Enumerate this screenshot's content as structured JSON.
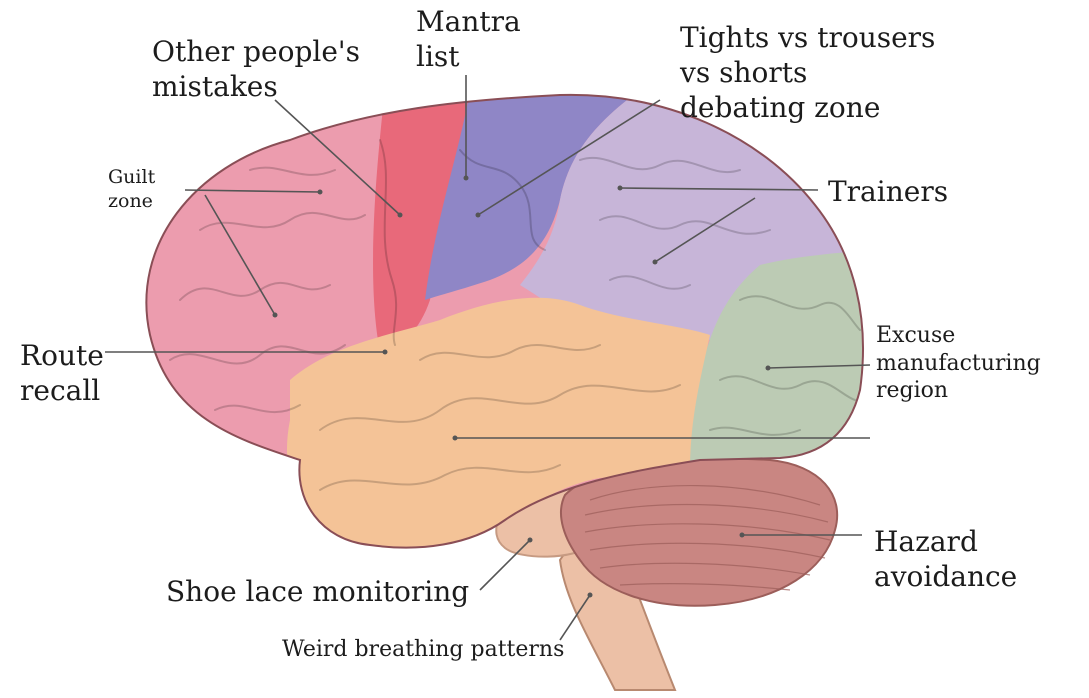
{
  "labels": {
    "mantra_list": {
      "line1": "Mantra",
      "line2": "list"
    },
    "other_peoples_mistakes": {
      "line1": "Other people's",
      "line2": "mistakes"
    },
    "tights_vs_trousers": {
      "line1": "Tights vs trousers",
      "line2": "vs shorts",
      "line3": "debating zone"
    },
    "guilt_zone": {
      "line1": "Guilt",
      "line2": "zone"
    },
    "trainers": "Trainers",
    "route_recall": {
      "line1": "Route",
      "line2": "recall"
    },
    "excuse_manufacturing_region": {
      "line1": "Excuse",
      "line2": "manufacturing",
      "line3": "region"
    },
    "hazard_avoidance": {
      "line1": "Hazard",
      "line2": "avoidance"
    },
    "shoe_lace_monitoring": "Shoe lace monitoring",
    "weird_breathing_patterns": "Weird breathing patterns"
  },
  "colors": {
    "frontal_lobe": "#ec9cae",
    "motor_strip": "#e8697a",
    "premotor": "#8f86c6",
    "parietal_lobe": "#c7b5d8",
    "occipital_lobe": "#bccbb4",
    "temporal_lobe": "#f4c397",
    "cerebellum": "#c98682",
    "brainstem": "#ecc0a6",
    "leader_line": "#555555"
  }
}
